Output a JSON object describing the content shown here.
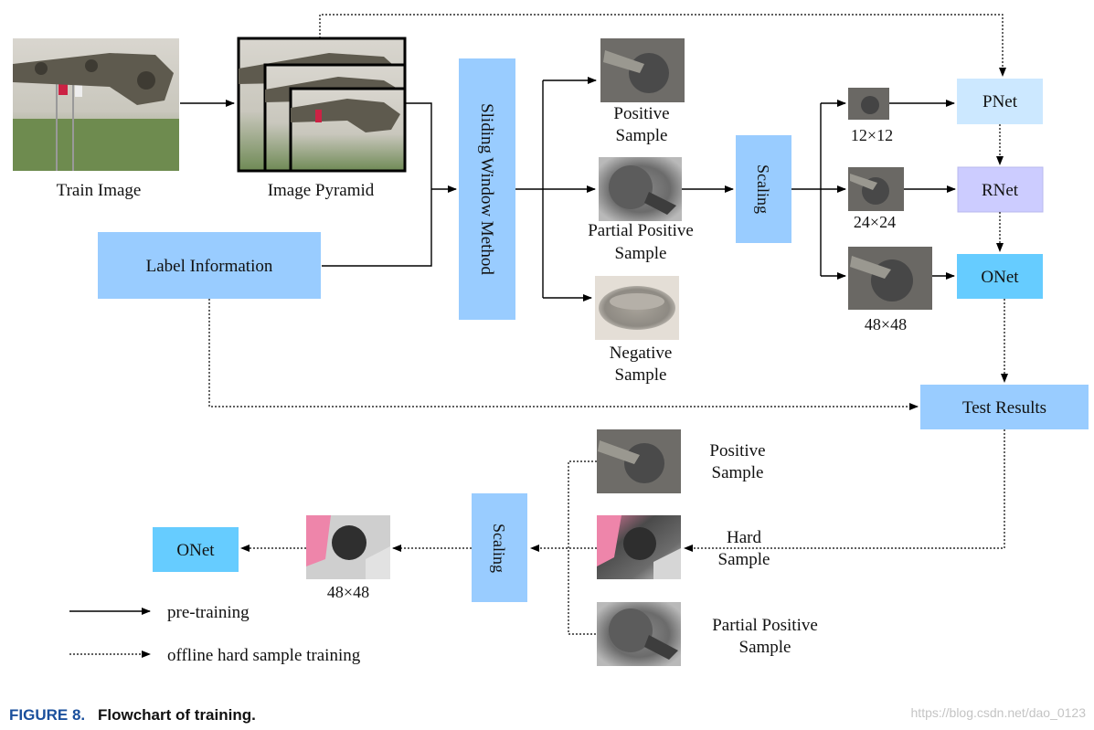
{
  "figure": {
    "caption_label": "FIGURE 8.",
    "caption_text": "Flowchart of training.",
    "watermark": "https://blog.csdn.net/dao_0123"
  },
  "nodes": {
    "train_image": "Train Image",
    "image_pyramid": "Image Pyramid",
    "label_information": "Label Information",
    "sliding_window": "Sliding Window Method",
    "positive_line1": "Positive",
    "positive_line2": "Sample",
    "partial_line1": "Partial Positive",
    "partial_line2": "Sample",
    "negative_line1": "Negative",
    "negative_line2": "Sample",
    "scaling_top": "Scaling",
    "size_12": "12×12",
    "size_24": "24×24",
    "size_48": "48×48",
    "pnet": "PNet",
    "rnet": "RNet",
    "onet_top": "ONet",
    "test_results": "Test Results",
    "bottom_positive_line1": "Positive",
    "bottom_positive_line2": "Sample",
    "hard_line1": "Hard",
    "hard_line2": "Sample",
    "bottom_partial_line1": "Partial Positive",
    "bottom_partial_line2": "Sample",
    "scaling_bottom": "Scaling",
    "bottom_size_48": "48×48",
    "onet_bottom": "ONet"
  },
  "legend": {
    "solid": "pre-training",
    "dotted": "offline hard sample training"
  },
  "colors": {
    "box_blue": "#99ccff",
    "pnet_fill": "#cce8ff",
    "rnet_fill": "#ccccff",
    "onet_fill": "#66ccff",
    "caption_blue": "#1a4f9c",
    "arrow": "#000000"
  }
}
